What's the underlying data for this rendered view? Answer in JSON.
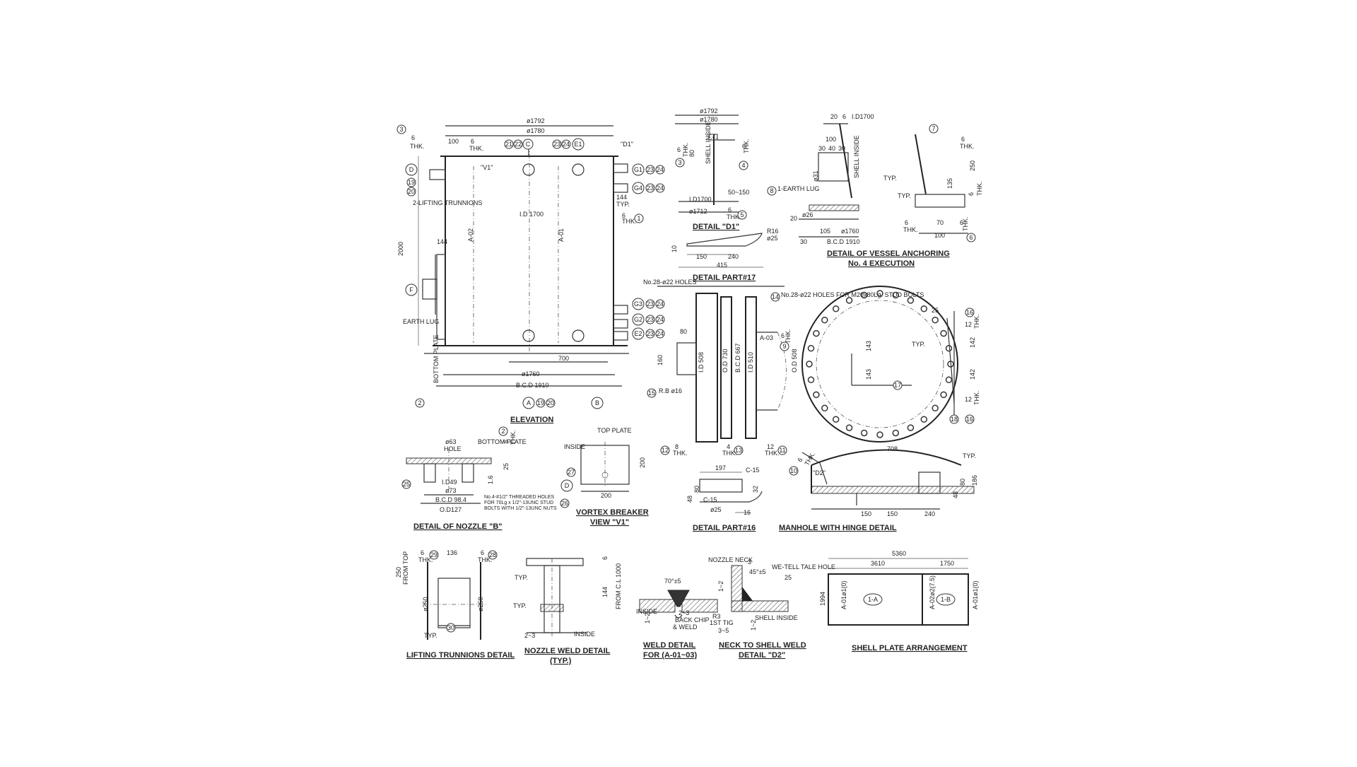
{
  "drawing": {
    "elevation": {
      "title": "ELEVATION",
      "dims": [
        "ø1792",
        "ø1780",
        "100",
        "6",
        "THK.",
        "I.D 1700",
        "2000",
        "144",
        "ø1760",
        "B.C.D 1910",
        "700",
        "144",
        "TYP.",
        "6",
        "THK.",
        "6",
        "THK.",
        "BOTTOM PLATE",
        "A-02",
        "A-01",
        "\"V1\"",
        "\"D1\"",
        "2-LIFTING TRUNNIONS",
        "EARTH LUG"
      ],
      "bubbles": [
        "3",
        "21",
        "22",
        "C",
        "23",
        "24",
        "E1",
        "D",
        "19",
        "20",
        "G1",
        "23",
        "24",
        "G4",
        "23",
        "24",
        "1",
        "F",
        "G3",
        "23",
        "24",
        "G2",
        "23",
        "24",
        "E2",
        "23",
        "24",
        "2",
        "A",
        "19",
        "20",
        "B"
      ]
    },
    "detail_d1": {
      "title": "DETAIL \"D1\"",
      "dims": [
        "ø1792",
        "ø1780",
        "6",
        "THK.",
        "80",
        "SHELL INSIDE",
        "6",
        "THK.",
        "50~150",
        "I.D1700",
        "ø1712",
        "6",
        "THK."
      ],
      "bubbles": [
        "3",
        "4",
        "5"
      ]
    },
    "detail_part17": {
      "title": "DETAIL PART#17",
      "dims": [
        "10",
        "150",
        "240",
        "415",
        "ø25",
        "R16"
      ]
    },
    "detail_anchoring": {
      "title": "DETAIL OF VESSEL ANCHORING",
      "subtitle": "No. 4 EXECUTION",
      "dims": [
        "20",
        "6",
        "I.D1700",
        "100",
        "30",
        "40",
        "30",
        "ø31",
        "1-EARTH LUG",
        "SHELL INSIDE",
        "TYP.",
        "ø26",
        "20",
        "105",
        "ø1760",
        "30",
        "B.C.D 1910",
        "6",
        "THK.",
        "250",
        "135",
        "6",
        "THK.",
        "70",
        "6",
        "100",
        "THK.",
        "6",
        "THK.",
        "TYP."
      ],
      "bubbles": [
        "8",
        "7",
        "6"
      ]
    },
    "manhole_section": {
      "dims": [
        "No.28-ø22 HOLES",
        "80",
        "160",
        "I.D 508",
        "O.D 730",
        "B.C.D 667",
        "I.D 510",
        "O.D 508",
        "A-03",
        "6",
        "THK.",
        "R.B ø16",
        "8",
        "THK.",
        "4",
        "THK.",
        "12",
        "THK."
      ],
      "bubbles": [
        "14",
        "9",
        "15",
        "12",
        "13",
        "11"
      ]
    },
    "manhole_front": {
      "dims": [
        "No.28-ø22 HOLES FOR M20x80Lg. STUD BOLTS",
        "25",
        "12",
        "THK.",
        "142",
        "143",
        "143",
        "142",
        "12",
        "THK.",
        "TYP."
      ],
      "bubbles": [
        "16",
        "17",
        "18",
        "16"
      ]
    },
    "detail_nozzle_b": {
      "title": "DETAIL OF NOZZLE \"B\"",
      "dims": [
        "ø63",
        "HOLE",
        "BOTTOM PLATE",
        "6",
        "THK.",
        "25",
        "I.D49",
        "ø73",
        "B.C.D 98.4",
        "O.D127",
        "1.6",
        "No.4-#1/2\" THREADED HOLES FOR 70Lg x 1/2\"-13UNC STUD BOLTS WITH 1/2\"-13UNC NUTS"
      ],
      "bubbles": [
        "2",
        "25",
        "26"
      ]
    },
    "vortex_breaker": {
      "title": "VORTEX BREAKER",
      "subtitle": "VIEW \"V1\"",
      "dims": [
        "TOP PLATE",
        "INSIDE",
        "200",
        "200"
      ],
      "bubbles": [
        "27",
        "D"
      ]
    },
    "detail_part16": {
      "title": "DETAIL PART#16",
      "dims": [
        "197",
        "C-15",
        "32",
        "48",
        "80",
        "C-15",
        "ø25",
        "16"
      ]
    },
    "manhole_hinge": {
      "title": "MANHOLE WITH HINGE DETAIL",
      "dims": [
        "708",
        "TYP.",
        "\"D2\"",
        "6",
        "THK.",
        "150",
        "150",
        "240",
        "48",
        "80",
        "186"
      ],
      "bubbles": [
        "10"
      ]
    },
    "lifting_trunnions": {
      "title": "LIFTING TRUNNIONS DETAIL",
      "dims": [
        "250",
        "FROM TOP",
        "6",
        "THK.",
        "136",
        "6",
        "THK.",
        "ø250",
        "ø250",
        "TYP."
      ],
      "bubbles": [
        "29",
        "28",
        "30"
      ]
    },
    "nozzle_weld": {
      "title": "NOZZLE WELD DETAIL",
      "subtitle": "(TYP.)",
      "dims": [
        "6",
        "144",
        "FROM C.L 1000",
        "TYP.",
        "TYP.",
        "2~3",
        "INSIDE"
      ]
    },
    "weld_detail": {
      "title": "WELD DETAIL",
      "subtitle": "FOR (A-01~03)",
      "dims": [
        "70°±5",
        "INSIDE",
        "1~2",
        "2~3",
        "BACK CHIP",
        "& WELD"
      ]
    },
    "neck_shell_weld": {
      "title": "NECK TO SHELL WELD",
      "subtitle": "DETAIL \"D2\"",
      "dims": [
        "NOZZLE NECK",
        "3",
        "45°±5",
        "WE-TELL TALE HOLE",
        "25",
        "1~2",
        "R3",
        "1ST TIG",
        "3~5",
        "SHELL INSIDE",
        "1~2"
      ]
    },
    "shell_plate": {
      "title": "SHELL PLATE ARRANGEMENT",
      "dims": [
        "5360",
        "3610",
        "1750",
        "1994",
        "A-01ø1(0)",
        "A-02ø2(7.5)",
        "A-01ø1(0)"
      ],
      "bubbles": [
        "1-A",
        "1-B"
      ]
    }
  },
  "colors": {
    "line": "#333333",
    "paper": "#ffffff",
    "text": "#222222"
  }
}
